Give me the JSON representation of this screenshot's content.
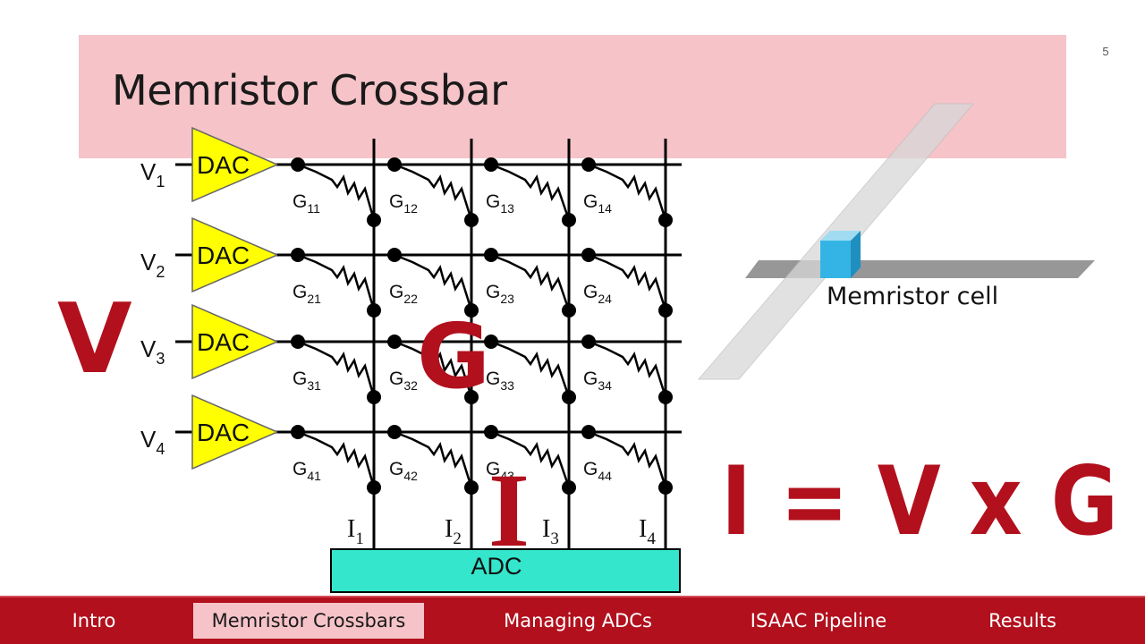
{
  "slide": {
    "title": "Memristor Crossbar",
    "number": "5"
  },
  "diagram": {
    "dac_label": "DAC",
    "adc_label": "ADC",
    "voltages": [
      {
        "base": "V",
        "sub": "1"
      },
      {
        "base": "V",
        "sub": "2"
      },
      {
        "base": "V",
        "sub": "3"
      },
      {
        "base": "V",
        "sub": "4"
      }
    ],
    "currents": [
      {
        "base": "I",
        "sub": "1"
      },
      {
        "base": "I",
        "sub": "2"
      },
      {
        "base": "I",
        "sub": "3"
      },
      {
        "base": "I",
        "sub": "4"
      }
    ],
    "conductances": [
      [
        {
          "base": "G",
          "sub": "11"
        },
        {
          "base": "G",
          "sub": "12"
        },
        {
          "base": "G",
          "sub": "13"
        },
        {
          "base": "G",
          "sub": "14"
        }
      ],
      [
        {
          "base": "G",
          "sub": "21"
        },
        {
          "base": "G",
          "sub": "22"
        },
        {
          "base": "G",
          "sub": "23"
        },
        {
          "base": "G",
          "sub": "24"
        }
      ],
      [
        {
          "base": "G",
          "sub": "31"
        },
        {
          "base": "G",
          "sub": "32"
        },
        {
          "base": "G",
          "sub": "33"
        },
        {
          "base": "G",
          "sub": "34"
        }
      ],
      [
        {
          "base": "G",
          "sub": "41"
        },
        {
          "base": "G",
          "sub": "42"
        },
        {
          "base": "G",
          "sub": "43"
        },
        {
          "base": "G",
          "sub": "44"
        }
      ]
    ],
    "big_v": "V",
    "big_g": "G",
    "big_i": "I",
    "cell_label": "Memristor cell",
    "equation": "I = V x G"
  },
  "colors": {
    "accent_red": "#b2101d",
    "title_band": "#f5c3c8",
    "dac_fill": "#ffff00",
    "adc_fill": "#33e6cc",
    "cell_cube": "#34b4e4"
  },
  "nav": {
    "items": [
      {
        "label": "Intro",
        "active": false
      },
      {
        "label": "Memristor Crossbars",
        "active": true
      },
      {
        "label": "Managing ADCs",
        "active": false
      },
      {
        "label": "ISAAC Pipeline",
        "active": false
      },
      {
        "label": "Results",
        "active": false
      }
    ]
  }
}
